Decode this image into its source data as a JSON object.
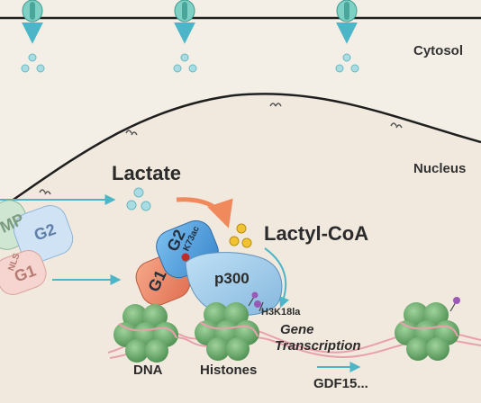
{
  "regions": {
    "cytosol": "Cytosol",
    "nucleus": "Nucleus"
  },
  "metabolites": {
    "lactate": "Lactate",
    "lactyl_coa": "Lactyl-CoA"
  },
  "proteins": {
    "g1_label": "G1",
    "g2_label": "G2",
    "k73ac_label": "K73ac",
    "p300_label": "p300",
    "mp_label": "MP",
    "nls_label": "NLS",
    "left_g1_label": "G1",
    "left_g2_label": "G2"
  },
  "chromatin": {
    "mark_label": "H3K18la",
    "dna_label": "DNA",
    "histones_label": "Histones",
    "gene_line1": "Gene",
    "gene_line2": "Transcription",
    "target_label": "GDF15..."
  },
  "colors": {
    "background": "#f4efe6",
    "membrane": "#1f1f1f",
    "channel": "#7fd1c6",
    "arrow_teal": "#4cb6c8",
    "arrow_orange": "#f08a5d",
    "lactate_dot": "#a9dde3",
    "lactyl_dot": "#f1c232",
    "histone_green": "#6aa66a",
    "dna_pink": "#e8a0ab",
    "g1": "#f08c6c",
    "g2": "#5aa7e6",
    "p300": "#9fc8e8",
    "acetyl_mark": "#c62828",
    "lactyl_mark": "#9b59b6"
  }
}
